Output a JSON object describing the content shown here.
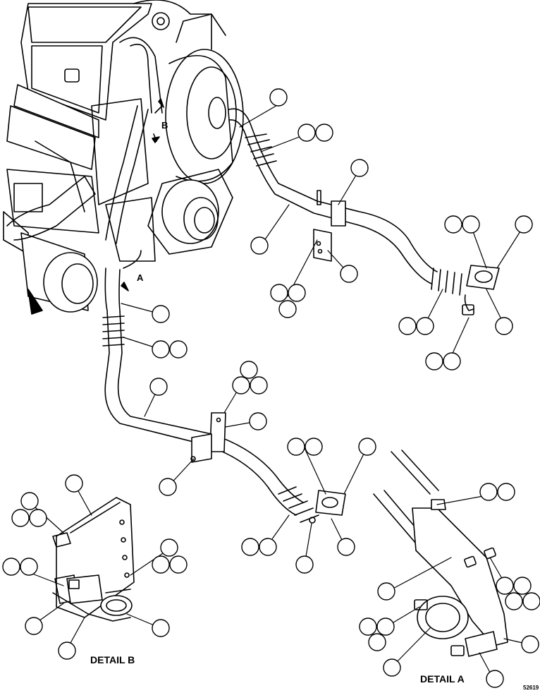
{
  "labels": {
    "detail_b": "DETAIL B",
    "detail_a": "DETAIL A",
    "view_a": "A",
    "view_b": "B",
    "figure_id": "52619"
  }
}
